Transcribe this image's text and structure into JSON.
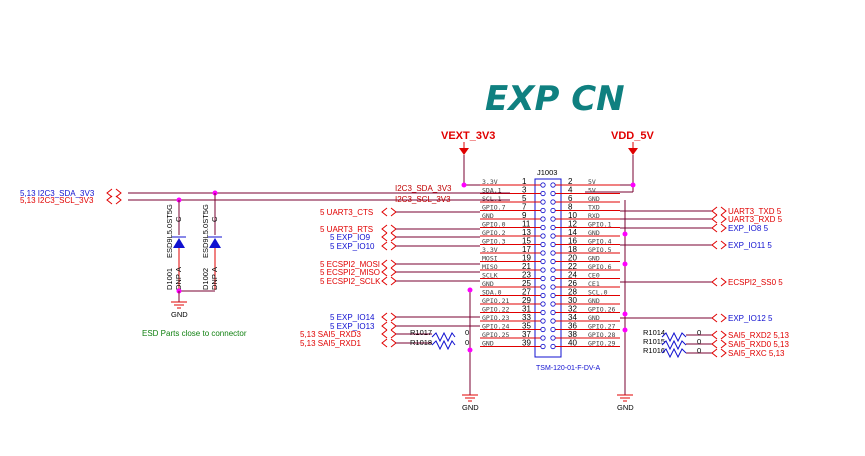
{
  "title": "EXP CN",
  "power": {
    "left": "VEXT_3V3",
    "right": "VDD_5V"
  },
  "connector": {
    "ref": "J1003",
    "part": "TSM-120-01-F-DV-A",
    "pins": [
      {
        "n": "1",
        "name": "3.3V"
      },
      {
        "n": "2",
        "name": "5V"
      },
      {
        "n": "3",
        "name": "SDA.1"
      },
      {
        "n": "4",
        "name": "5V"
      },
      {
        "n": "5",
        "name": "SCL.1"
      },
      {
        "n": "6",
        "name": "GND"
      },
      {
        "n": "7",
        "name": "GPIO.7"
      },
      {
        "n": "8",
        "name": "TXD"
      },
      {
        "n": "9",
        "name": "GND"
      },
      {
        "n": "10",
        "name": "RXD"
      },
      {
        "n": "11",
        "name": "GPIO.0"
      },
      {
        "n": "12",
        "name": "GPIO.1"
      },
      {
        "n": "13",
        "name": "GPIO.2"
      },
      {
        "n": "14",
        "name": "GND"
      },
      {
        "n": "15",
        "name": "GPIO.3"
      },
      {
        "n": "16",
        "name": "GPIO.4"
      },
      {
        "n": "17",
        "name": "3.3V"
      },
      {
        "n": "18",
        "name": "GPIO.5"
      },
      {
        "n": "19",
        "name": "MOSI"
      },
      {
        "n": "20",
        "name": "GND"
      },
      {
        "n": "21",
        "name": "MISO"
      },
      {
        "n": "22",
        "name": "GPIO.6"
      },
      {
        "n": "23",
        "name": "SCLK"
      },
      {
        "n": "24",
        "name": "CE0"
      },
      {
        "n": "25",
        "name": "GND"
      },
      {
        "n": "26",
        "name": "CE1"
      },
      {
        "n": "27",
        "name": "SDA.0"
      },
      {
        "n": "28",
        "name": "SCL.0"
      },
      {
        "n": "29",
        "name": "GPIO.21"
      },
      {
        "n": "30",
        "name": "GND"
      },
      {
        "n": "31",
        "name": "GPIO.22"
      },
      {
        "n": "32",
        "name": "GPIO.26"
      },
      {
        "n": "33",
        "name": "GPIO.23"
      },
      {
        "n": "34",
        "name": "GND"
      },
      {
        "n": "35",
        "name": "GPIO.24"
      },
      {
        "n": "36",
        "name": "GPIO.27"
      },
      {
        "n": "37",
        "name": "GPIO.25"
      },
      {
        "n": "38",
        "name": "GPIO.28"
      },
      {
        "n": "39",
        "name": "GND"
      },
      {
        "n": "40",
        "name": "GPIO.29"
      }
    ]
  },
  "left_ports": [
    {
      "text": "5,13  I2C3_SDA_3V3",
      "color": "blue"
    },
    {
      "text": "5,13  I2C3_SCL_3V3",
      "color": "red"
    },
    {
      "text": "5  UART3_CTS",
      "color": "red"
    },
    {
      "text": "5  UART3_RTS",
      "color": "red"
    },
    {
      "text": "5  EXP_IO9",
      "color": "blue"
    },
    {
      "text": "5  EXP_IO10",
      "color": "blue"
    },
    {
      "text": "5  ECSPI2_MOSI",
      "color": "red"
    },
    {
      "text": "5  ECSPI2_MISO",
      "color": "red"
    },
    {
      "text": "5  ECSPI2_SCLK",
      "color": "red"
    },
    {
      "text": "5  EXP_IO14",
      "color": "blue"
    },
    {
      "text": "5  EXP_IO13",
      "color": "blue"
    },
    {
      "text": "5,13  SAI5_RXD3",
      "color": "red"
    },
    {
      "text": "5,13  SAI5_RXD1",
      "color": "red"
    }
  ],
  "right_ports": [
    {
      "text": "UART3_TXD  5",
      "color": "red"
    },
    {
      "text": "UART3_RXD  5",
      "color": "red"
    },
    {
      "text": "EXP_IO8  5",
      "color": "blue"
    },
    {
      "text": "EXP_IO11  5",
      "color": "blue"
    },
    {
      "text": "ECSPI2_SS0  5",
      "color": "red"
    },
    {
      "text": "EXP_IO12  5",
      "color": "blue"
    },
    {
      "text": "SAI5_RXD2  5,13",
      "color": "red"
    },
    {
      "text": "SAI5_RXD0  5,13",
      "color": "red"
    },
    {
      "text": "SAI5_RXC  5,13",
      "color": "red"
    }
  ],
  "net_labels": {
    "sda": "I2C3_SDA_3V3",
    "scl": "I2C3_SCL_3V3"
  },
  "resistors_left": [
    {
      "ref": "R1017",
      "value": "0"
    },
    {
      "ref": "R1018",
      "value": "0"
    }
  ],
  "resistors_right": [
    {
      "ref": "R1014",
      "value": "0"
    },
    {
      "ref": "R1015",
      "value": "0"
    },
    {
      "ref": "R1016",
      "value": "0"
    }
  ],
  "diodes": [
    {
      "ref": "D1001",
      "part": "ESD9L5.0ST5G",
      "dnp": "DNP",
      "a": "A",
      "c": "C"
    },
    {
      "ref": "D1002",
      "part": "ESD9L5.0ST5G",
      "dnp": "DNP",
      "a": "A",
      "c": "C"
    }
  ],
  "gnd_label": "GND",
  "note": "ESD Parts close to connector"
}
